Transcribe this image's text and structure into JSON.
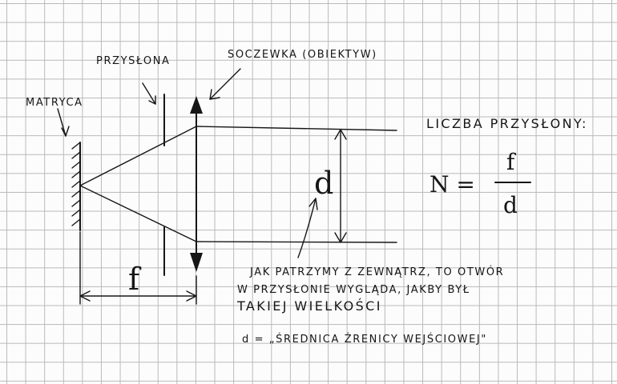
{
  "labels": {
    "matrix": "MATRYCA",
    "aperture": "PRZYSŁONA",
    "lens": "SOCZEWKA (OBIEKTYW)",
    "focal": "f",
    "diameter": "d"
  },
  "formula": {
    "title": "LICZBA PRZYSŁONY:",
    "lhs": "N =",
    "numerator": "f",
    "denominator": "d"
  },
  "note": {
    "line1": "JAK PATRZYMY Z ZEWNĄTRZ, TO OTWÓR",
    "line2": "W PRZYSŁONIE WYGLĄDA, JAKBY BYŁ",
    "line3": "TAKIEJ WIELKOŚCI",
    "definition": "d = „ŚREDNICA ŹRENICY WEJŚCIOWEJ\""
  }
}
